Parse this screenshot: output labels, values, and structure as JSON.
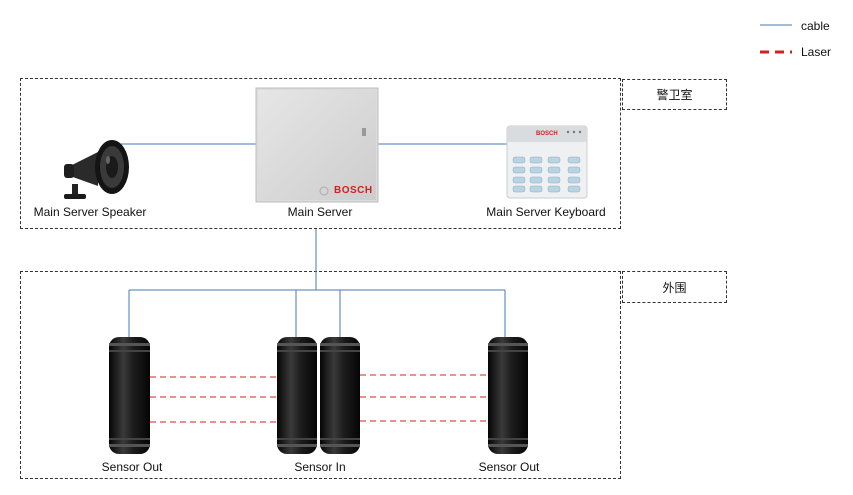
{
  "legend": {
    "cable_label": "cable",
    "laser_label": "Laser",
    "cable_color": "#4a7ab8",
    "laser_color": "#d42020"
  },
  "zones": {
    "guard_room": "警卫室",
    "perimeter": "外围"
  },
  "devices": {
    "speaker": "Main Server Speaker",
    "server": "Main Server",
    "keyboard": "Main Server Keyboard",
    "brand": "BOSCH"
  },
  "sensors": {
    "left": "Sensor Out",
    "middle": "Sensor In",
    "right": "Sensor Out"
  }
}
